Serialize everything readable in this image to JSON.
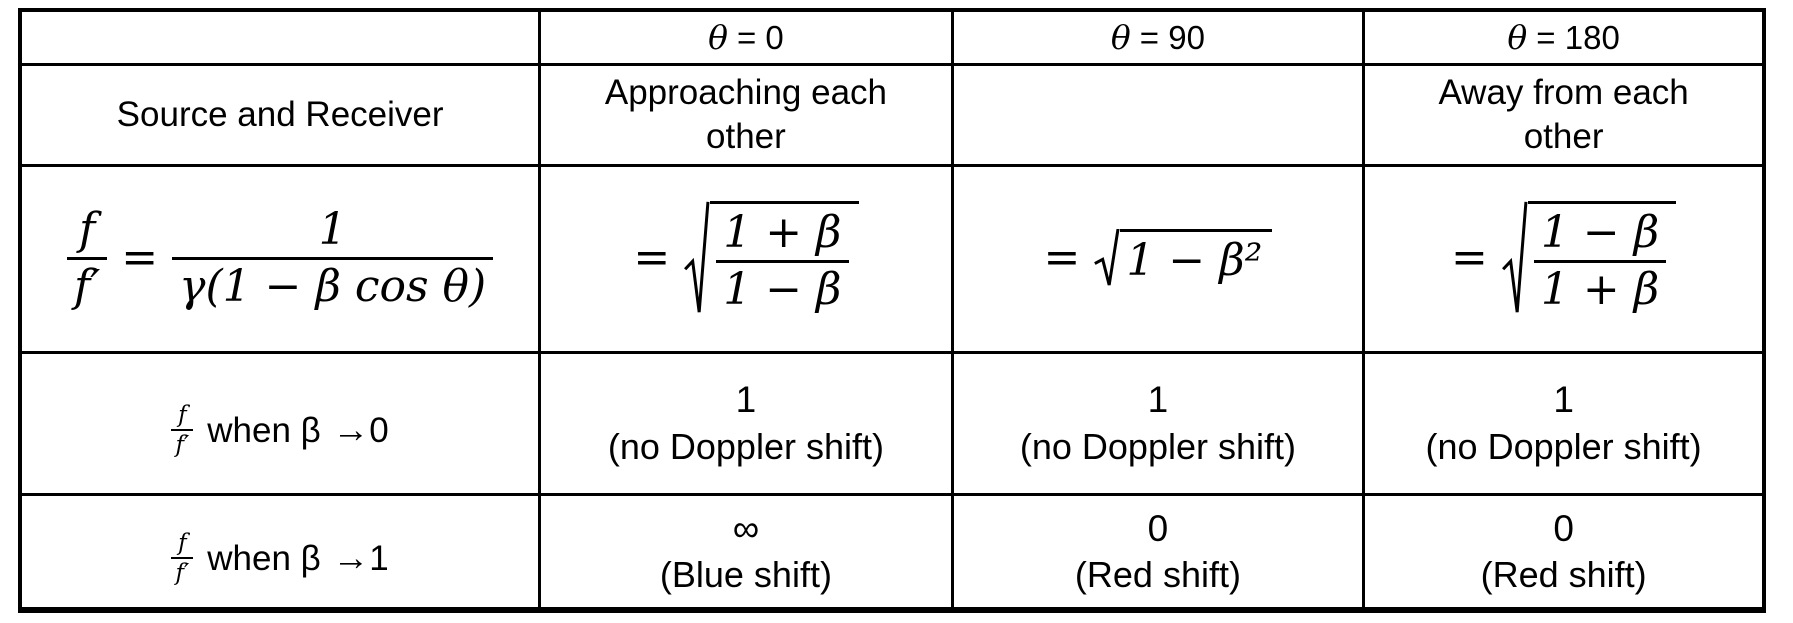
{
  "page": {
    "background": "#ffffff",
    "border_color": "#000000",
    "text_color": "#000000"
  },
  "table": {
    "headers": {
      "corner": "",
      "theta0": {
        "sym": "θ",
        "eq": "= 0"
      },
      "theta90": {
        "sym": "θ",
        "eq": "= 90"
      },
      "theta180": {
        "sym": "θ",
        "eq": "= 180"
      }
    },
    "source_row": {
      "label": "Source and Receiver",
      "theta0_line1": "Approaching each",
      "theta0_line2": "other",
      "theta90": "",
      "theta180_line1": "Away from each",
      "theta180_line2": "other"
    },
    "formula_row": {
      "general": {
        "num": "f",
        "den": "f′",
        "eq": "=",
        "rhs_num": "1",
        "rhs_den": "γ(1 − β cos θ)"
      },
      "theta0": {
        "eq": "=",
        "num": "1 + β",
        "den": "1 − β"
      },
      "theta90": {
        "eq": "=",
        "expr": "1 − β²"
      },
      "theta180": {
        "eq": "=",
        "num": "1 − β",
        "den": "1 + β"
      }
    },
    "beta0_row": {
      "label": {
        "num": "f",
        "den": "f′",
        "text": "when β",
        "arrow": "→",
        "target": "0"
      },
      "theta0": {
        "value": "1",
        "note": "(no Doppler shift)"
      },
      "theta90": {
        "value": "1",
        "note": "(no Doppler shift)"
      },
      "theta180": {
        "value": "1",
        "note": "(no Doppler shift)"
      }
    },
    "beta1_row": {
      "label": {
        "num": "f",
        "den": "f′",
        "text": "when β",
        "arrow": "→",
        "target": "1"
      },
      "theta0": {
        "value": "∞",
        "note": "(Blue shift)"
      },
      "theta90": {
        "value": "0",
        "note": "(Red shift)"
      },
      "theta180": {
        "value": "0",
        "note": "(Red shift)"
      }
    }
  }
}
